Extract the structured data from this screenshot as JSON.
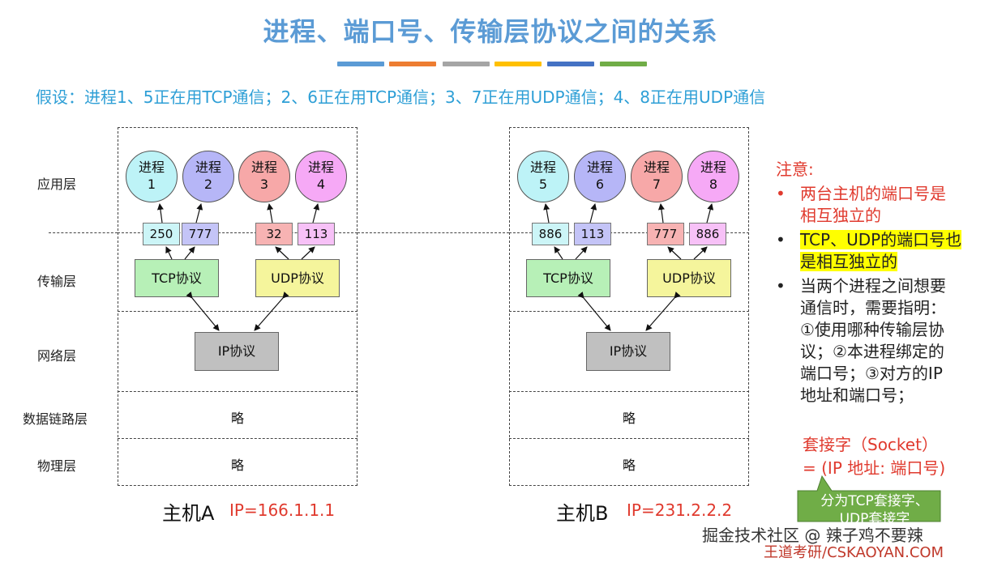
{
  "title": "进程、端口号、传输层协议之间的关系",
  "color_bars": [
    "#5b9bd5",
    "#ed7d31",
    "#a5a5a5",
    "#ffc000",
    "#4472c4",
    "#70ad47"
  ],
  "assumption": "假设：进程1、5正在用TCP通信；2、6正在用TCP通信；3、7正在用UDP通信；4、8正在用UDP通信",
  "layers": {
    "application": "应用层",
    "transport": "传输层",
    "network": "网络层",
    "datalink": "数据链路层",
    "physical": "物理层"
  },
  "hosts": [
    {
      "name": "主机A",
      "ip": "IP=166.1.1.1",
      "processes": [
        {
          "line1": "进程",
          "line2": "1",
          "color": "#bdf3f7"
        },
        {
          "line1": "进程",
          "line2": "2",
          "color": "#b6b6f7"
        },
        {
          "line1": "进程",
          "line2": "3",
          "color": "#f7a8a8"
        },
        {
          "line1": "进程",
          "line2": "4",
          "color": "#f6a9f6"
        }
      ],
      "ports": [
        {
          "value": "250",
          "color": "#ccf5f7"
        },
        {
          "value": "777",
          "color": "#c4c4f7"
        },
        {
          "value": "32",
          "color": "#f7b3b3"
        },
        {
          "value": "113",
          "color": "#f7c1f7"
        }
      ],
      "tcp": "TCP协议",
      "udp": "UDP协议",
      "ip_proto": "IP协议",
      "datalink": "略",
      "physical": "略"
    },
    {
      "name": "主机B",
      "ip": "IP=231.2.2.2",
      "processes": [
        {
          "line1": "进程",
          "line2": "5",
          "color": "#bdf3f7"
        },
        {
          "line1": "进程",
          "line2": "6",
          "color": "#b6b6f7"
        },
        {
          "line1": "进程",
          "line2": "7",
          "color": "#f7a8a8"
        },
        {
          "line1": "进程",
          "line2": "8",
          "color": "#f6a9f6"
        }
      ],
      "ports": [
        {
          "value": "886",
          "color": "#ccf5f7"
        },
        {
          "value": "113",
          "color": "#c4c4f7"
        },
        {
          "value": "777",
          "color": "#f7b3b3"
        },
        {
          "value": "886",
          "color": "#f7c1f7"
        }
      ],
      "tcp": "TCP协议",
      "udp": "UDP协议",
      "ip_proto": "IP协议",
      "datalink": "略",
      "physical": "略"
    }
  ],
  "notes": {
    "heading": "注意:",
    "bullet": "•",
    "b1": [
      "两台主机的端口号是",
      "相互独立的"
    ],
    "b2": [
      "TCP、UDP的端口号也",
      "是相互独立的"
    ],
    "b3": [
      "当两个进程之间想要",
      "通信时，需要指明：",
      "①使用哪种传输层协",
      "议；②本进程绑定的",
      "端口号；③对方的IP",
      "地址和端口号；"
    ],
    "socket1": "套接字（Socket）",
    "socket2": "= (IP 地址: 端口号)",
    "callout1": "分为TCP套接字、",
    "callout2": "UDP套接字",
    "highlight_color": "#ffff00",
    "callout_color": "#70ad47"
  },
  "footer": {
    "community": "掘金技术社区 @ 辣子鸡不要辣",
    "brand": "王道考研/CSKAOYAN.COM"
  }
}
